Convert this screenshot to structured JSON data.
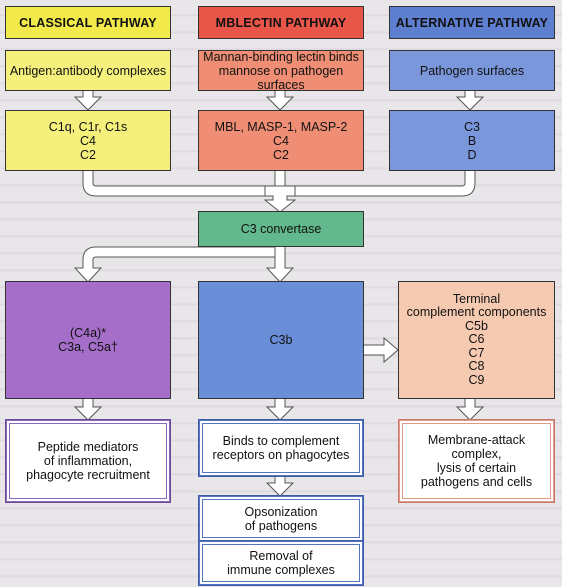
{
  "headers": {
    "classical": "CLASSICAL PATHWAY",
    "lectin": "MBLECTIN PATHWAY",
    "alternative": "ALTERNATIVE PATHWAY"
  },
  "triggers": {
    "classical": "Antigen:antibody complexes",
    "lectin_line1": "Mannan-binding lectin binds",
    "lectin_line2": "mannose on pathogen surfaces",
    "alternative": "Pathogen surfaces"
  },
  "components": {
    "classical": [
      "C1q, C1r, C1s",
      "C4",
      "C2"
    ],
    "lectin": [
      "MBL, MASP-1, MASP-2",
      "C4",
      "C2"
    ],
    "alternative": [
      "C3",
      "B",
      "D"
    ]
  },
  "convertase": "C3 convertase",
  "products": {
    "anaphylatoxins": [
      "(C4a)*",
      "C3a, C5a†"
    ],
    "c3b": "C3b",
    "terminal": [
      "Terminal",
      "complement components",
      "C5b",
      "C6",
      "C7",
      "C8",
      "C9"
    ]
  },
  "effects": {
    "peptide": [
      "Peptide mediators",
      "of inflammation,",
      "phagocyte recruitment"
    ],
    "binds": [
      "Binds to complement",
      "receptors on phagocytes"
    ],
    "mac": [
      "Membrane-attack",
      "complex,",
      "lysis of certain",
      "pathogens and cells"
    ]
  },
  "outcomes": {
    "opsonization": [
      "Opsonization",
      "of pathogens"
    ],
    "removal": [
      "Removal of",
      "immune complexes"
    ]
  },
  "colors": {
    "yellow": "#f2ea4a",
    "red": "#e8564a",
    "blue": "#5e7fd0",
    "green": "#62b98d",
    "purple": "#a46ec9",
    "peach": "#f6cab1"
  }
}
